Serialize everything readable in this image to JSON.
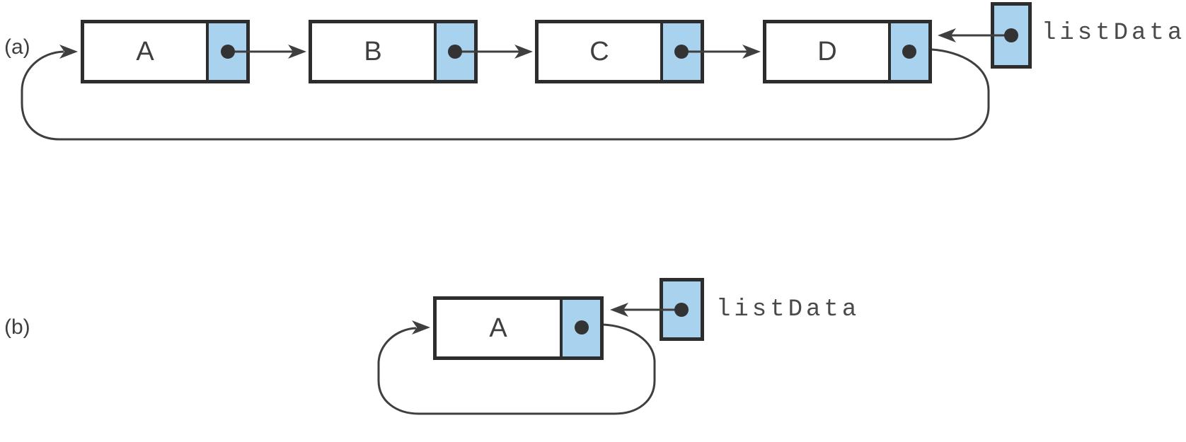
{
  "figure": {
    "title": "circular-linked-lists",
    "colors": {
      "cell_fill": "#a9d2ef",
      "box_border": "#2d2d2d",
      "line": "#3f3f3f",
      "text": "#3f3f3f"
    },
    "parts": [
      {
        "label": "(a)",
        "pointer_name": "listData",
        "nodes": [
          {
            "value": "A"
          },
          {
            "value": "B"
          },
          {
            "value": "C"
          },
          {
            "value": "D"
          }
        ]
      },
      {
        "label": "(b)",
        "pointer_name": "listData",
        "nodes": [
          {
            "value": "A"
          }
        ]
      }
    ]
  }
}
